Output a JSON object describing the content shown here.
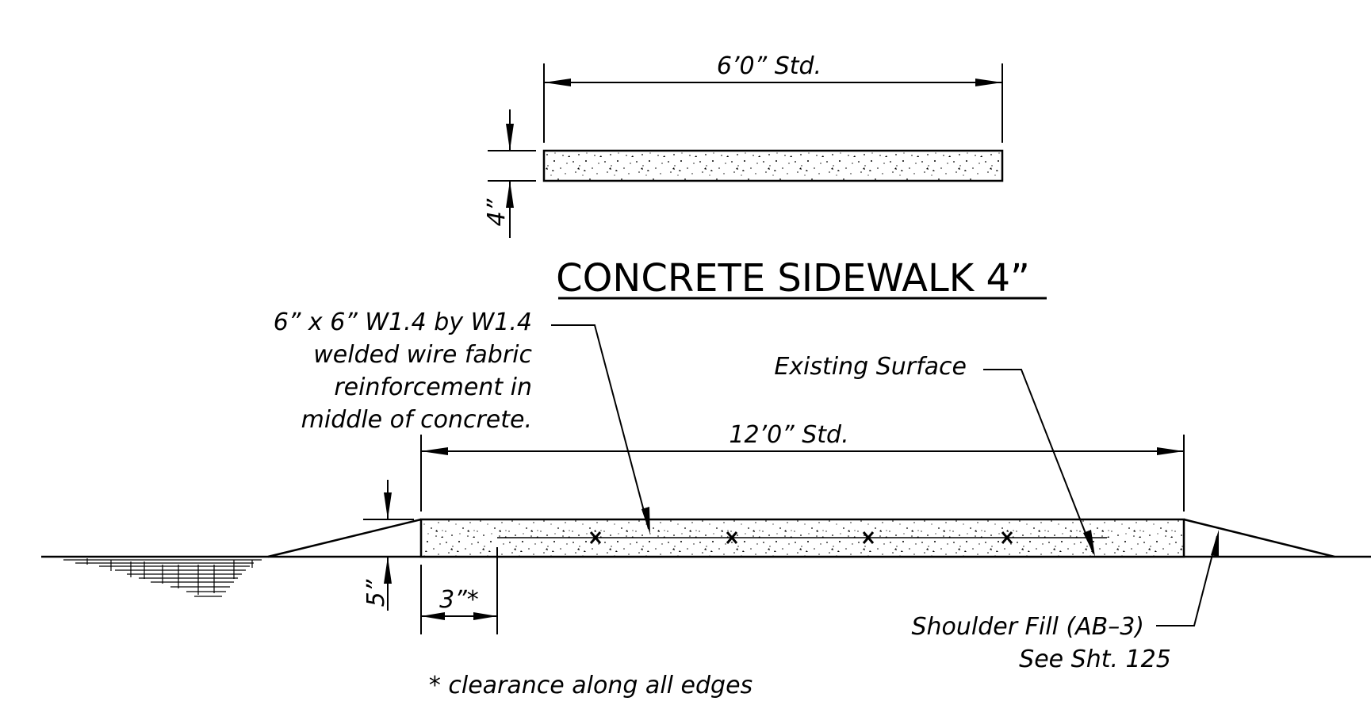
{
  "title": "CONCRETE SIDEWALK 4”",
  "top": {
    "width_dim": "6’0” Std.",
    "thickness_dim": "4”"
  },
  "bottom": {
    "width_dim": "12’0” Std.",
    "thickness_dim": "5”",
    "clearance_dim": "3”*",
    "wire_note": [
      "6” x 6” W1.4 by W1.4",
      "welded wire fabric",
      "reinforcement in",
      "middle of concrete."
    ],
    "existing_surface": "Existing Surface",
    "shoulder_note": [
      "Shoulder Fill (AB–3)",
      "See Sht. 125"
    ],
    "footnote": "* clearance along all edges"
  }
}
